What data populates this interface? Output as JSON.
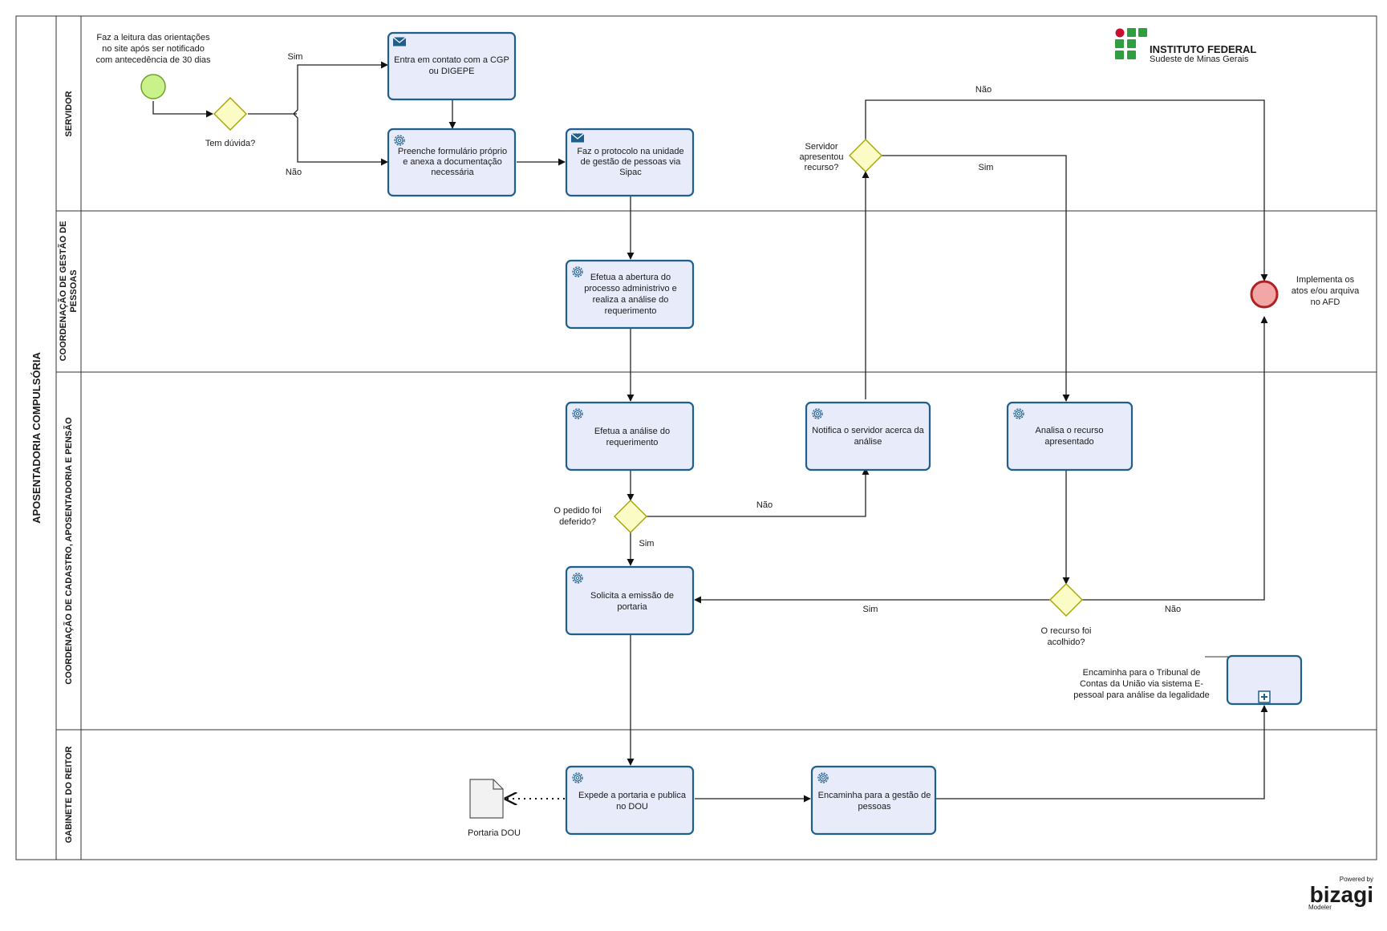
{
  "pool": {
    "title": "APOSENTADORIA COMPULSÓRIA"
  },
  "lanes": {
    "servidor": "SERVIDOR",
    "cgp_line1": "COORDENAÇÃO DE GESTÃO DE",
    "cgp_line2": "PESSOAS",
    "ccap": "COORDENAÇÃO DE CADASTRO, APOSENTADORIA E PENSÃO",
    "gabinete": "GABINETE DO REITOR"
  },
  "logo": {
    "line1": "INSTITUTO FEDERAL",
    "line2": "Sudeste de Minas Gerais"
  },
  "start_event": {
    "lines": [
      "Faz a leitura das orientações",
      "no site após ser notificado",
      "com antecedência de 30 dias"
    ]
  },
  "end_event": {
    "lines": [
      "Implementa os",
      "atos e/ou arquiva",
      "no AFD"
    ]
  },
  "tasks": {
    "contato": [
      "Entra em contato com a CGP",
      "ou DIGEPE"
    ],
    "formulario": [
      "Preenche formulário próprio",
      "e anexa a documentação",
      "necessária"
    ],
    "protocolo": [
      "Faz o protocolo na unidade",
      "de gestão de pessoas via",
      "Sipac"
    ],
    "abertura": [
      "Efetua a abertura do",
      "processo administrivo e",
      "realiza a análise do",
      "requerimento"
    ],
    "analise": [
      "Efetua a análise  do",
      "requerimento"
    ],
    "notifica": [
      "Notifica o servidor acerca da",
      "análise"
    ],
    "analisa_recurso": [
      "Analisa o recurso",
      "apresentado"
    ],
    "solicita": [
      "Solicita a emissão de",
      "portaria"
    ],
    "expede": [
      "Expede a portaria e publica",
      "no DOU"
    ],
    "encaminha": [
      "Encaminha para a gestão de",
      "pessoas"
    ]
  },
  "subprocess": {
    "lines": [
      "Encaminha para o Tribunal de",
      "Contas da União via sistema E-",
      "pessoal para análise da legalidade"
    ]
  },
  "gateways": {
    "duvida": "Tem dúvida?",
    "deferido": [
      "O pedido foi",
      "deferido?"
    ],
    "recurso_apresentado": [
      "Servidor",
      "apresentou",
      "recurso?"
    ],
    "acolhido": [
      "O recurso foi",
      "acolhido?"
    ]
  },
  "flow_labels": {
    "duvida_sim": "Sim",
    "duvida_nao": "Não",
    "deferido_nao": "Não",
    "deferido_sim": "Sim",
    "recurso_nao": "Não",
    "recurso_sim": "Sim",
    "acolhido_sim": "Sim",
    "acolhido_nao": "Não"
  },
  "artifact": {
    "label": "Portaria DOU"
  },
  "watermark": {
    "powered": "Powered by",
    "brand": "bizagi",
    "product": "Modeler"
  },
  "colors": {
    "task_fill": "#e8ecfa",
    "task_stroke": "#1f5f8b",
    "start_fill": "#c9f28a",
    "end_fill": "#f2a6a6",
    "gateway_fill": "#fbfbc6",
    "logo_red": "#c8102e",
    "logo_green": "#2e9e3e"
  }
}
